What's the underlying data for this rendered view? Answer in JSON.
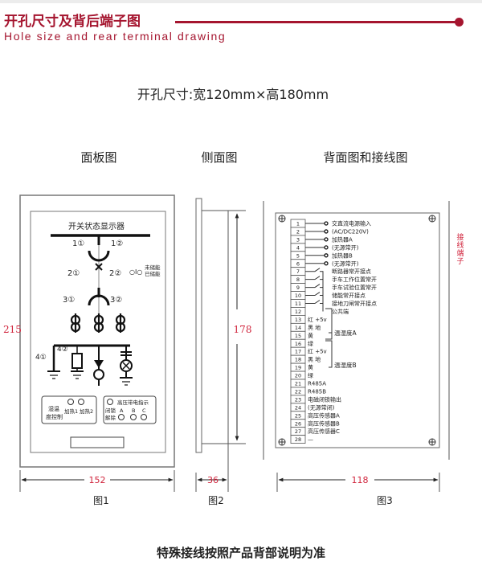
{
  "header": {
    "title": "开孔尺寸及背后端子图",
    "subtitle": "Hole size and rear terminal drawing",
    "accent_color": "#a5152f"
  },
  "cutout": "开孔尺寸:宽120mm×高180mm",
  "views": {
    "front": {
      "heading": "面板图",
      "caption": "图1",
      "width": "152",
      "height": "215"
    },
    "side": {
      "heading": "侧面图",
      "caption": "图2",
      "depth": "36",
      "height": "178"
    },
    "rear": {
      "heading": "背面图和接线图",
      "caption": "图3",
      "width": "118",
      "side_label": [
        "接",
        "线",
        "端",
        "子"
      ]
    }
  },
  "panel": {
    "display_title": "开关状态显示器",
    "markers": [
      "1①",
      "1②",
      "2①",
      "2②",
      "3①",
      "3②",
      "4①",
      "4②"
    ],
    "energy_storage": [
      "未储能",
      "已储能"
    ],
    "humidity_box": {
      "label1": "湿温",
      "label2": "度控制",
      "heat1": "加热1",
      "heat2": "加热2"
    },
    "hv_box": {
      "title": "高压带电指示",
      "lock1": "闭锁",
      "lock2": "解除",
      "phases": [
        "A",
        "B",
        "C"
      ]
    }
  },
  "terminals": [
    {
      "num": "1",
      "label": "交直流电源输入"
    },
    {
      "num": "2",
      "label": "(AC/DC220V)"
    },
    {
      "num": "3",
      "label": "加热器A"
    },
    {
      "num": "4",
      "label": "(无源常开)"
    },
    {
      "num": "5",
      "label": "加热器B"
    },
    {
      "num": "6",
      "label": "(无源常开)"
    },
    {
      "num": "7",
      "label": "断路器常开接点"
    },
    {
      "num": "8",
      "label": "手车工作位置常开"
    },
    {
      "num": "9",
      "label": "手车试验位置常开"
    },
    {
      "num": "10",
      "label": "储能常开接点"
    },
    {
      "num": "11",
      "label": "接地刀闸常开接点"
    },
    {
      "num": "12",
      "label": "公共端"
    },
    {
      "num": "13",
      "label": "红 +5v"
    },
    {
      "num": "14",
      "label": "黑 地"
    },
    {
      "num": "15",
      "label": "黄"
    },
    {
      "num": "16",
      "label": "绿"
    },
    {
      "num": "17",
      "label": "红 +5v"
    },
    {
      "num": "18",
      "label": "黑 地"
    },
    {
      "num": "19",
      "label": "黄"
    },
    {
      "num": "20",
      "label": "绿"
    },
    {
      "num": "21",
      "label": "R485A"
    },
    {
      "num": "22",
      "label": "R485B"
    },
    {
      "num": "23",
      "label": "电磁闭锁输出"
    },
    {
      "num": "24",
      "label": "(无源常闭)"
    },
    {
      "num": "25",
      "label": "高压传感器A"
    },
    {
      "num": "26",
      "label": "高压传感器B"
    },
    {
      "num": "27",
      "label": "高压传感器C"
    },
    {
      "num": "28",
      "label": "—"
    }
  ],
  "sensor_groups": [
    "温湿度A",
    "温湿度B"
  ],
  "footer_note": "特殊接线按照产品背部说明为准"
}
